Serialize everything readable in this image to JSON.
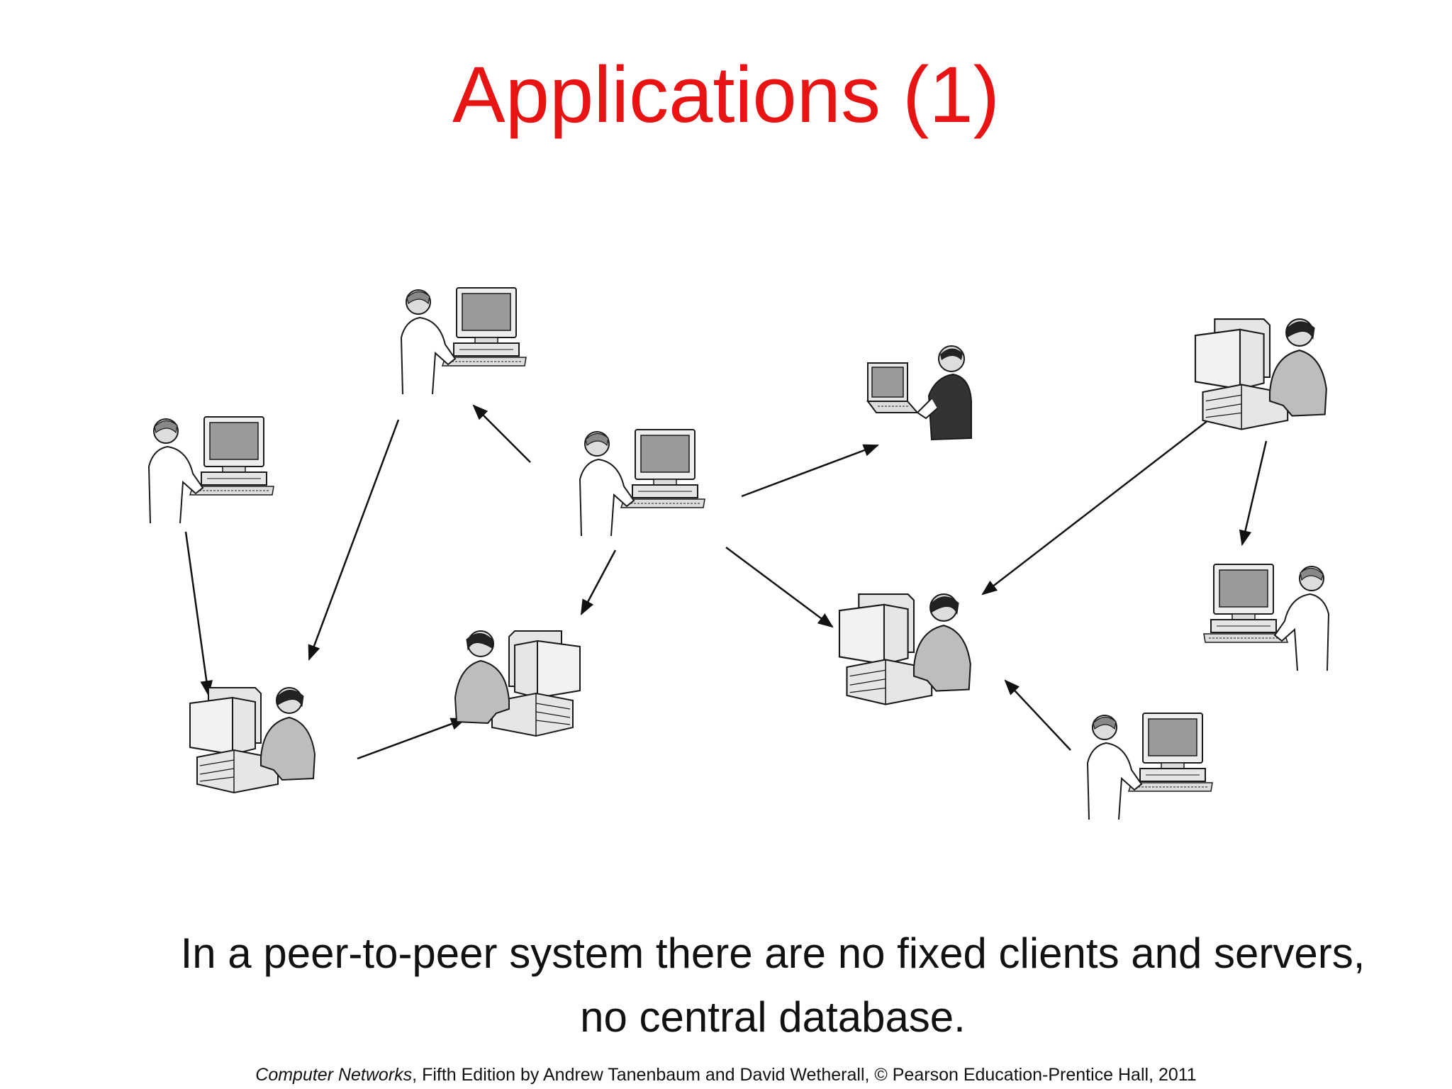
{
  "slide": {
    "title": "Applications (1)",
    "caption_line1": "In a peer-to-peer system there are no fixed clients and servers,",
    "caption_line2": "no central database.",
    "footer_book": "Computer Networks",
    "footer_rest": ", Fifth Edition by Andrew Tanenbaum and David Wetherall, © Pearson Education-Prentice Hall, 2011"
  },
  "colors": {
    "title": "#e81313",
    "screen": "#9a9a9a",
    "outline": "#1a1a1a",
    "case": "#e6e6e6",
    "dark_shirt": "#555555"
  },
  "icons": [
    "peer-computer-icon",
    "arrow-icon"
  ]
}
